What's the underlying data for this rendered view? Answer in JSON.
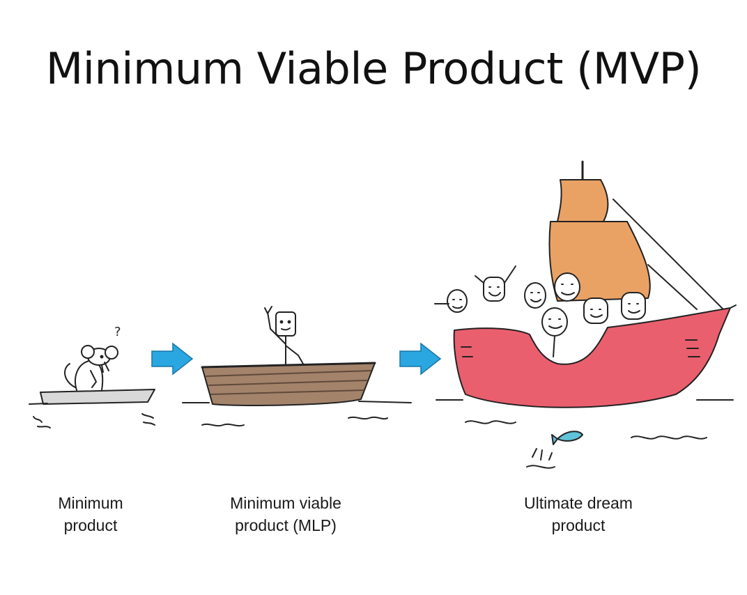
{
  "title": "Minimum Viable Product (MVP)",
  "stages": [
    {
      "line1": "Minimum",
      "line2": "product",
      "icon": "mouse-on-raft-icon",
      "color": "#d9d9d9"
    },
    {
      "line1": "Minimum viable",
      "line2": "product (MLP)",
      "icon": "person-in-boat-icon",
      "color": "#a4836b"
    },
    {
      "line1": "Ultimate dream",
      "line2": "product",
      "icon": "ship-with-crew-icon",
      "color": "#ea5f6e",
      "sail_color": "#eaa264"
    }
  ],
  "annotations": {
    "question_mark": "?"
  },
  "colors": {
    "arrow": "#2aa7e0",
    "ink": "#222222",
    "fish": "#5fc3d9"
  }
}
